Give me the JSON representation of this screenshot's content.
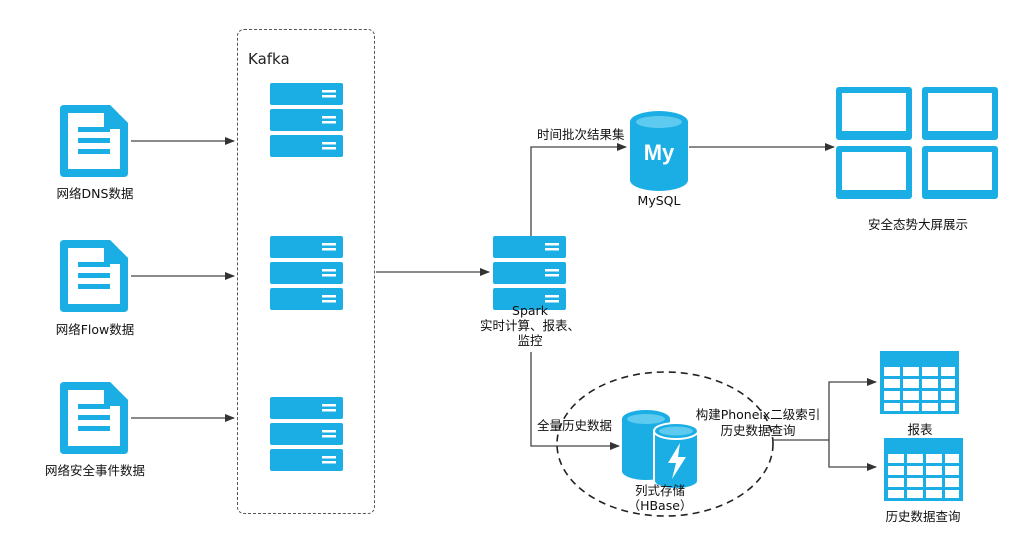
{
  "colors": {
    "accent": "#1aaee5",
    "line": "#555555",
    "dashed_border": "#555555"
  },
  "sources": [
    {
      "label": "网络DNS数据",
      "icon": "document-icon"
    },
    {
      "label": "网络Flow数据",
      "icon": "document-icon"
    },
    {
      "label": "网络安全事件数据",
      "icon": "document-icon"
    }
  ],
  "kafka": {
    "title": "Kafka",
    "icon": "server-stack-icon"
  },
  "spark": {
    "line1": "Spark",
    "line2": "实时计算、报表、",
    "line3": "监控",
    "icon": "server-stack-icon"
  },
  "mysql": {
    "label": "MySQL",
    "logo_text": "My",
    "edge_label": "时间批次结果集",
    "icon": "database-icon"
  },
  "display": {
    "label": "安全态势大屏展示",
    "icon": "monitor-icon"
  },
  "hbase": {
    "edge_label": "全量历史数据",
    "line1": "列式存储",
    "line2": "（HBase）",
    "icon": "hbase-database-icon"
  },
  "phoenix": {
    "line1": "构建Phoneix二级索引",
    "line2": "历史数据查询"
  },
  "outputs": [
    {
      "label": "报表",
      "icon": "table-icon"
    },
    {
      "label": "历史数据查询",
      "icon": "table-icon"
    }
  ]
}
